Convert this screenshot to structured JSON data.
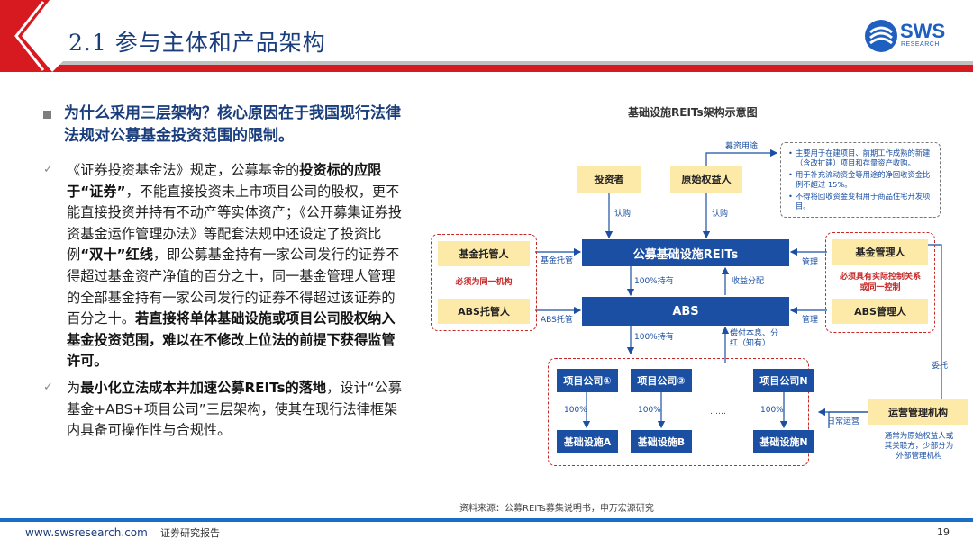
{
  "header": {
    "title": "2.1 参与主体和产品架构",
    "logo_text": "SWS",
    "logo_sub": "RESEARCH"
  },
  "left": {
    "question": "为什么采用三层架构？核心原因在于我国现行法律法规对公募基金投资范围的限制。",
    "p1_a": "《证券投资基金法》规定，公募基金的",
    "p1_b": "投资标的应限于“证券”",
    "p1_c": "，不能直接投资未上市项目公司的股权，更不能直接投资并持有不动产等实体资产；《公开募集证券投资基金运作管理办法》等配套法规中还设定了投资比例",
    "p1_d": "“双十”红线",
    "p1_e": "，即公募基金持有一家公司发行的证券不得超过基金资产净值的百分之十，同一基金管理人管理的全部基金持有一家公司发行的证券不得超过该证券的百分之十。",
    "p1_f": "若直接将单体基础设施或项目公司股权纳入基金投资范围，难以在不修改上位法的前提下获得监管许可。",
    "p2_a": "为",
    "p2_b": "最小化立法成本并加速公募REITs的落地",
    "p2_c": "，设计“公募基金+ABS+项目公司”三层架构，使其在现行法律框架内具备可操作性与合规性。"
  },
  "diagram": {
    "title": "基础设施REITs架构示意图",
    "investor": "投资者",
    "original_owner": "原始权益人",
    "reits": "公募基础设施REITs",
    "abs": "ABS",
    "fund_custodian": "基金托管人",
    "abs_custodian": "ABS托管人",
    "same_inst": "必须为同一机构",
    "fund_manager": "基金管理人",
    "abs_manager": "ABS管理人",
    "manager_note": "必须具有实际控制关系或同一控制",
    "operator": "运营管理机构",
    "operator_note": "通常为原始权益人或其关联方，少部分为外部管理机构",
    "companies": [
      "项目公司①",
      "项目公司②",
      "项目公司N"
    ],
    "infra": [
      "基础设施A",
      "基础设施B",
      "基础设施N"
    ],
    "ellipsis": "……",
    "pct100": "100%",
    "labels": {
      "fund_use": "募资用途",
      "subscribe1": "认购",
      "subscribe2": "认购",
      "fund_custody": "基金托管",
      "abs_custody": "ABS托管",
      "manage1": "管理",
      "manage2": "管理",
      "hold100_1": "100%持有",
      "hold100_2": "100%持有",
      "income": "收益分配",
      "interest": "偿付本息、分红（知有）",
      "entrust": "委托",
      "daily_ops": "日常运营"
    },
    "notes": [
      "主要用于在建项目、前期工作成熟的新建（含改扩建）项目和存量资产收购。",
      "用于补充流动资金等用途的净回收资金比例不超过 15%。",
      "不得将回收资金变相用于商品住宅开发项目。"
    ]
  },
  "source": "资料来源：公募REITs募集说明书，申万宏源研究",
  "footer": {
    "url": "www.swsresearch.com",
    "report": "证券研究报告",
    "page": "19"
  },
  "colors": {
    "brand_blue": "#1a4fa3",
    "accent_red": "#c62828",
    "box_yellow": "#fde9a8"
  }
}
